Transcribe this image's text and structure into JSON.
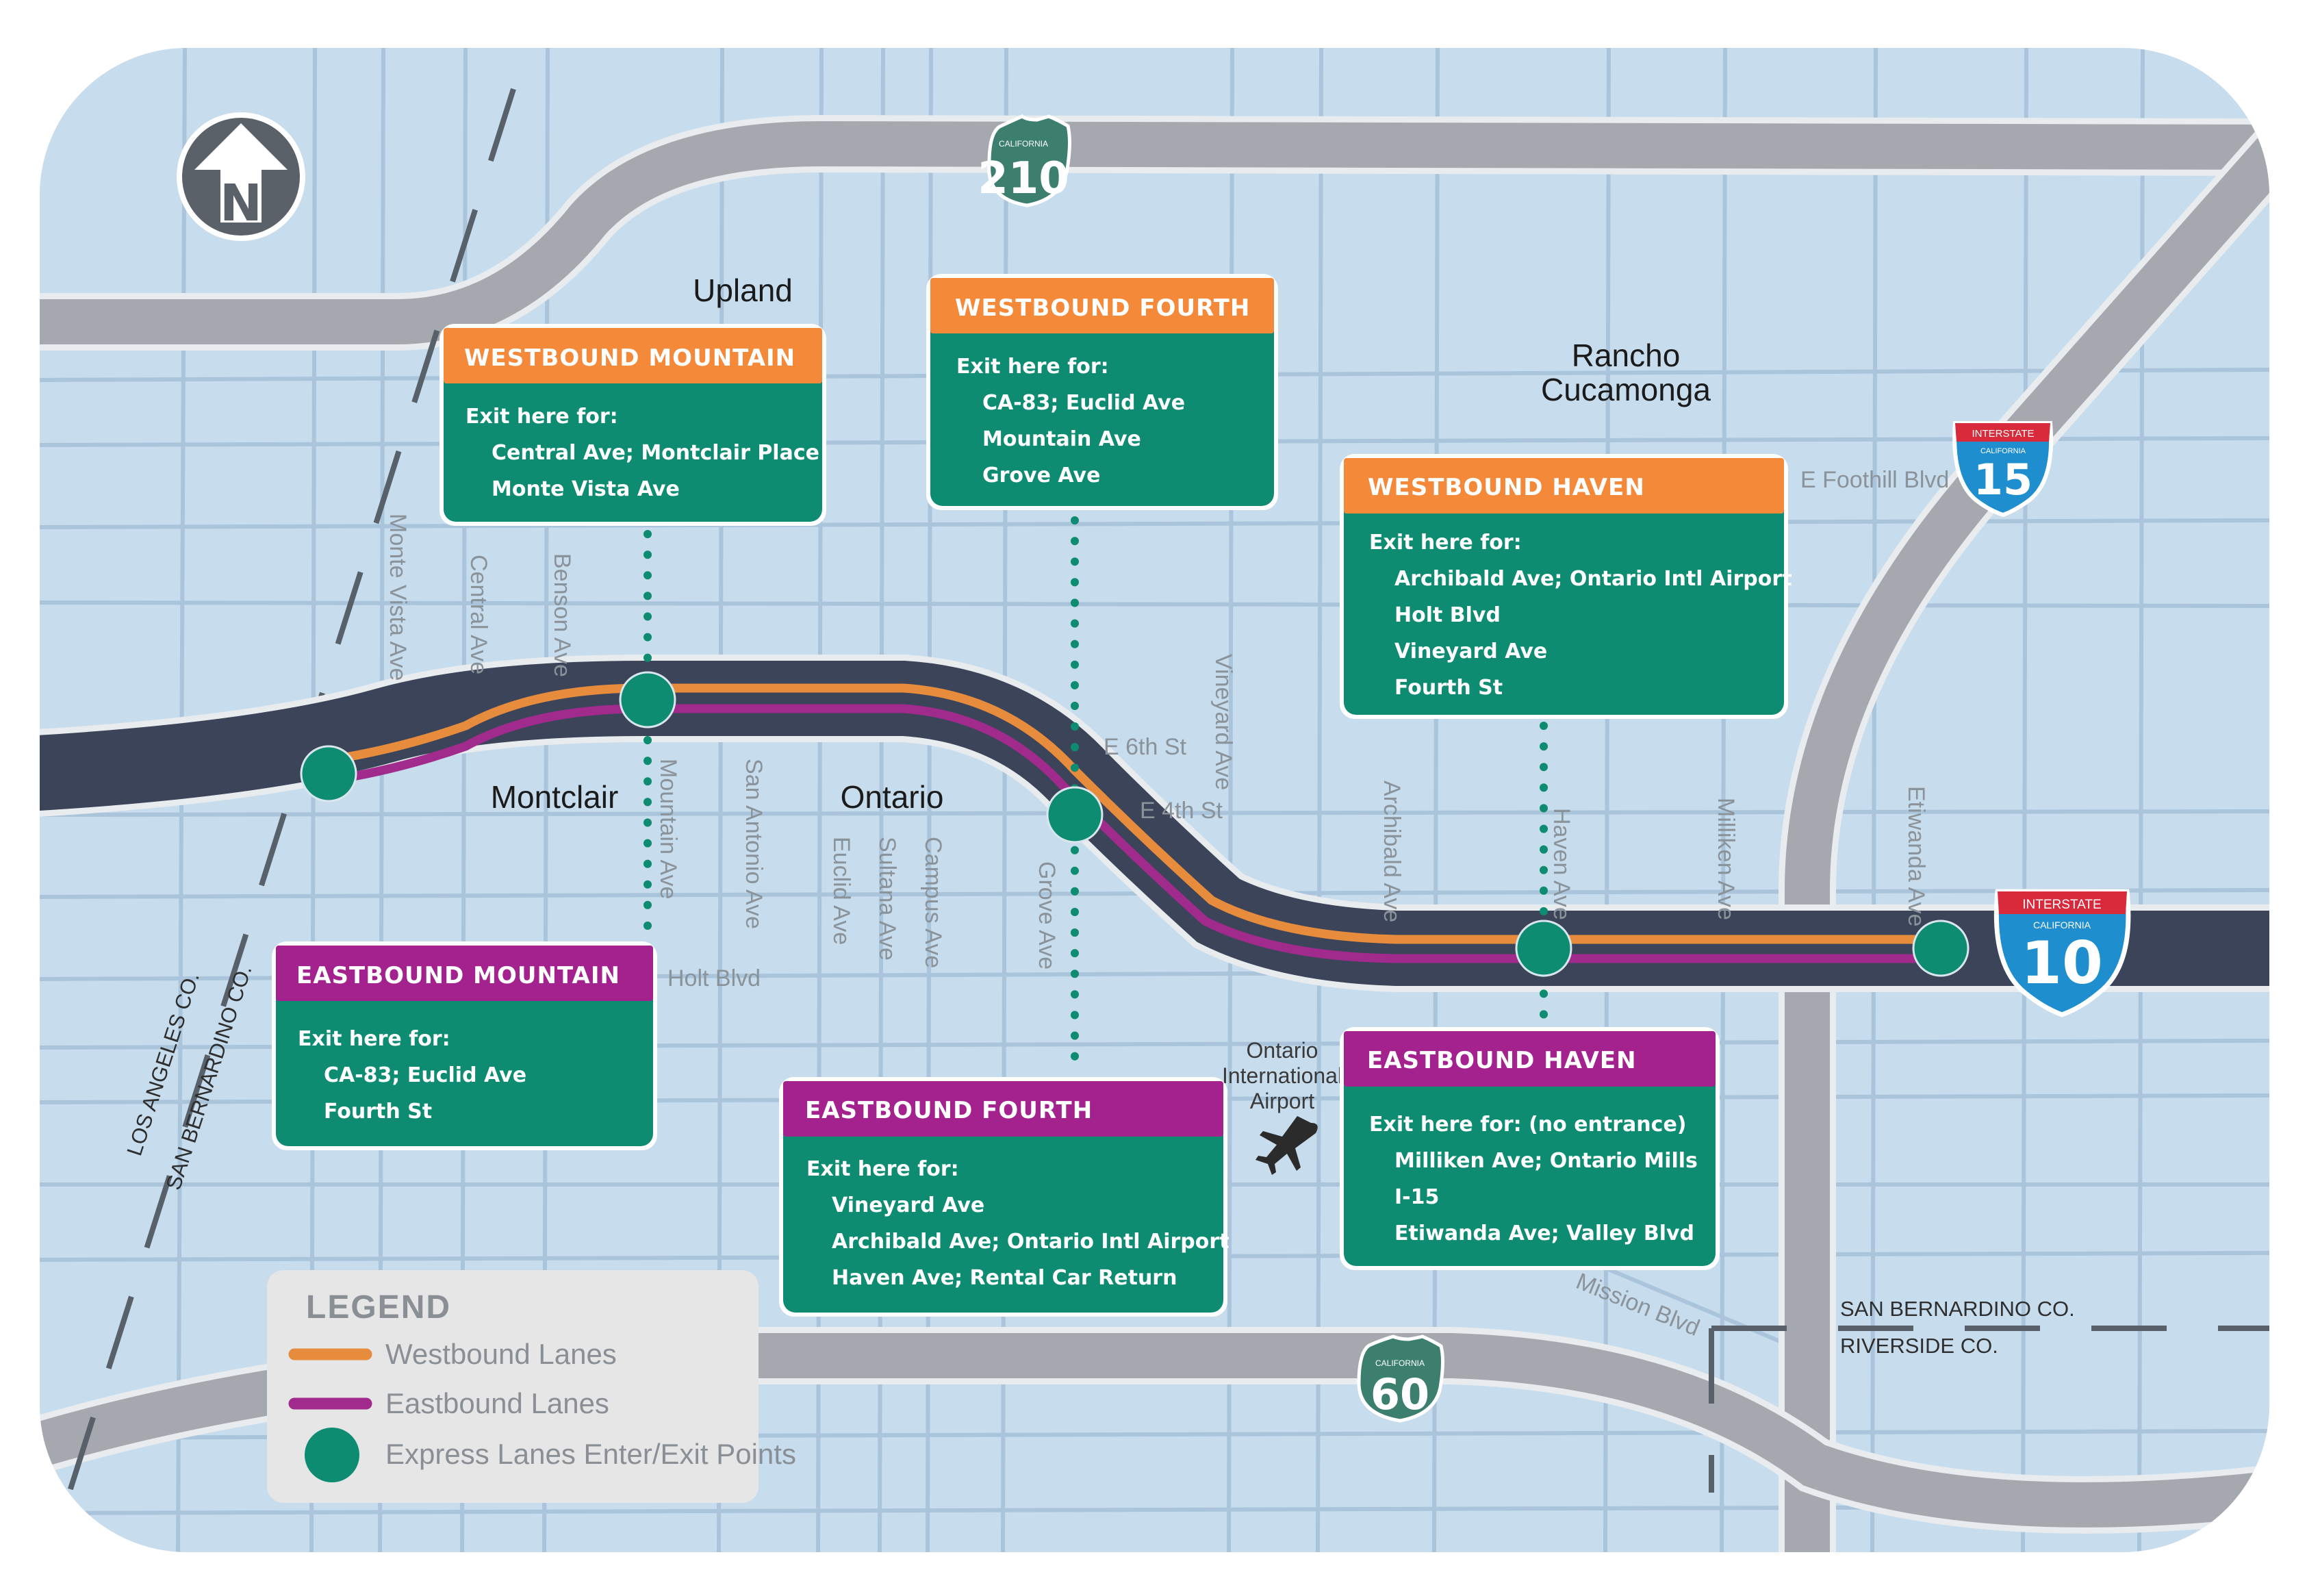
{
  "colors": {
    "land": "#c7dcec",
    "streets": "#a9c4db",
    "freeway_gray": "#a5a8ae",
    "freeway_edge": "#e8ecef",
    "i10_dark": "#3b4458",
    "westbound_orange": "#e78b3c",
    "eastbound_purple": "#a02b8d",
    "express_teal": "#0e8c72",
    "box_teal": "#0e8c72",
    "box_orange": "#f5893a",
    "box_purple": "#a3228d",
    "county_line": "#58606a"
  },
  "north_arrow": {
    "letter": "N"
  },
  "cities": {
    "upland": "Upland",
    "rancho_line1": "Rancho",
    "rancho_line2": "Cucamonga",
    "montclair": "Montclair",
    "ontario": "Ontario",
    "airport_line1": "Ontario",
    "airport_line2": "International",
    "airport_line3": "Airport"
  },
  "streets": {
    "monte_vista": "Monte Vista Ave",
    "central": "Central Ave",
    "benson": "Benson Ave",
    "mountain": "Mountain Ave",
    "san_antonio": "San Antonio Ave",
    "euclid": "Euclid Ave",
    "sultana": "Sultana Ave",
    "campus": "Campus Ave",
    "grove": "Grove Ave",
    "vineyard": "Vineyard Ave",
    "archibald": "Archibald Ave",
    "haven": "Haven Ave",
    "milliken": "Milliken Ave",
    "etiwanda": "Etiwanda Ave",
    "e6th": "E 6th St",
    "e4th": "E 4th St",
    "holt": "Holt Blvd",
    "foothill": "E Foothill Blvd",
    "mission": "Mission Blvd"
  },
  "counties": {
    "los_angeles": "LOS ANGELES CO.",
    "san_bernardino_rot": "SAN BERNARDINO CO.",
    "san_bernardino": "SAN BERNARDINO CO.",
    "riverside": "RIVERSIDE CO."
  },
  "shields": {
    "ca210": {
      "state": "CALIFORNIA",
      "number": "210"
    },
    "ca60": {
      "state": "CALIFORNIA",
      "number": "60"
    },
    "i15": {
      "top": "INTERSTATE",
      "state": "CALIFORNIA",
      "number": "15"
    },
    "i10": {
      "top": "INTERSTATE",
      "state": "CALIFORNIA",
      "number": "10"
    }
  },
  "boxes": {
    "wb_mountain": {
      "title": "WESTBOUND MOUNTAIN",
      "intro": "Exit here for:",
      "items": [
        "Central Ave; Montclair Place",
        "Monte Vista Ave"
      ]
    },
    "wb_fourth": {
      "title": "WESTBOUND FOURTH",
      "intro": "Exit here for:",
      "items": [
        "CA-83; Euclid Ave",
        "Mountain Ave",
        "Grove Ave"
      ]
    },
    "wb_haven": {
      "title": "WESTBOUND HAVEN",
      "intro": "Exit here for:",
      "items": [
        "Archibald Ave; Ontario Intl Airport",
        "Holt Blvd",
        "Vineyard Ave",
        "Fourth St"
      ]
    },
    "eb_mountain": {
      "title": "EASTBOUND MOUNTAIN",
      "intro": "Exit here for:",
      "items": [
        "CA-83; Euclid Ave",
        "Fourth St"
      ]
    },
    "eb_fourth": {
      "title": "EASTBOUND FOURTH",
      "intro": "Exit here for:",
      "items": [
        "Vineyard Ave",
        "Archibald Ave; Ontario Intl Airport",
        "Haven Ave; Rental Car Return"
      ]
    },
    "eb_haven": {
      "title": "EASTBOUND HAVEN",
      "intro": "Exit here for: (no entrance)",
      "items": [
        "Milliken Ave; Ontario Mills",
        "I-15",
        "Etiwanda Ave; Valley Blvd"
      ]
    }
  },
  "legend": {
    "title": "LEGEND",
    "westbound": "Westbound Lanes",
    "eastbound": "Eastbound Lanes",
    "points": "Express Lanes Enter/Exit Points"
  }
}
